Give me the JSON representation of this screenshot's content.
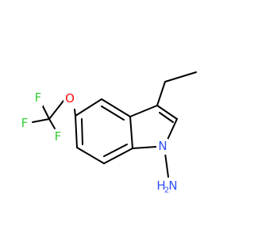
{
  "molecule": {
    "atoms": {
      "F_top": {
        "label": "F",
        "color": "#33cc33"
      },
      "F_left": {
        "label": "F",
        "color": "#33cc33"
      },
      "F_bottom": {
        "label": "F",
        "color": "#33cc33"
      },
      "O": {
        "label": "O",
        "color": "#ff0d0d"
      },
      "N_ring": {
        "label": "N",
        "color": "#3050f8"
      },
      "N_amine": {
        "label": "N",
        "color": "#3050f8"
      },
      "H2": {
        "label": "H",
        "color": "#3050f8"
      }
    },
    "bond_color": "#000000"
  }
}
